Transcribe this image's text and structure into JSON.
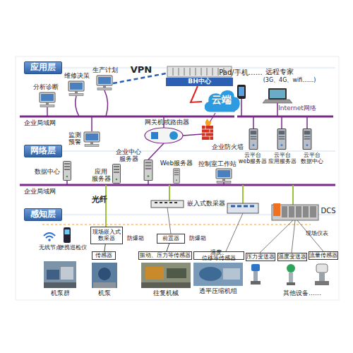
{
  "diagram": {
    "nodes": [
      {
        "text": [
          "应用层"
        ]
      },
      {
        "text": [
          "网络层"
        ]
      },
      {
        "text": [
          "感知层"
        ]
      },
      {
        "text": [
          "BH中心"
        ]
      },
      {
        "text": [
          "云端"
        ]
      },
      {
        "text": [
          "现场嵌入式 数采器"
        ]
      },
      {
        "text": [
          "前置器"
        ]
      },
      {
        "text": [
          "传感器"
        ]
      },
      {
        "text": [
          "振动、压力等传感器"
        ]
      },
      {
        "text": [
          "温度、位移等传感器"
        ]
      },
      {
        "text": [
          "压力变送器"
        ]
      },
      {
        "text": [
          "温度变送器"
        ]
      },
      {
        "text": [
          "流量传感器"
        ]
      }
    ],
    "edges": [
      {
        "from": 3,
        "to": 4,
        "arrow": "none"
      },
      {
        "from": 5,
        "to": 7,
        "arrow": "none"
      },
      {
        "from": 6,
        "to": 8,
        "arrow": "none"
      }
    ],
    "labels": [
      "VPN",
      "分析诊断",
      "维修决策",
      "生产计划",
      "Pad/手机……",
      "远程专家",
      "(3G、4G、wifi……)",
      "Internet网络",
      "企业局域网",
      "监测 预警",
      "网关机或路由器",
      "企业防火墙",
      "云平台 web服务器",
      "云平台 应用服务器",
      "云平台 数据中心",
      "数据中心",
      "应用 服务器",
      "企业中心 服务器",
      "Web服务器",
      "控制室工作站",
      "企业局域网",
      "光纤",
      "嵌入式数采器",
      "DCS",
      "无线节点",
      "便携巡检仪",
      "防爆箱",
      "防爆箱",
      "现场仪表",
      "机泵群",
      "机泵",
      "往复机械",
      "透平压缩机组",
      "其他设备……"
    ]
  }
}
